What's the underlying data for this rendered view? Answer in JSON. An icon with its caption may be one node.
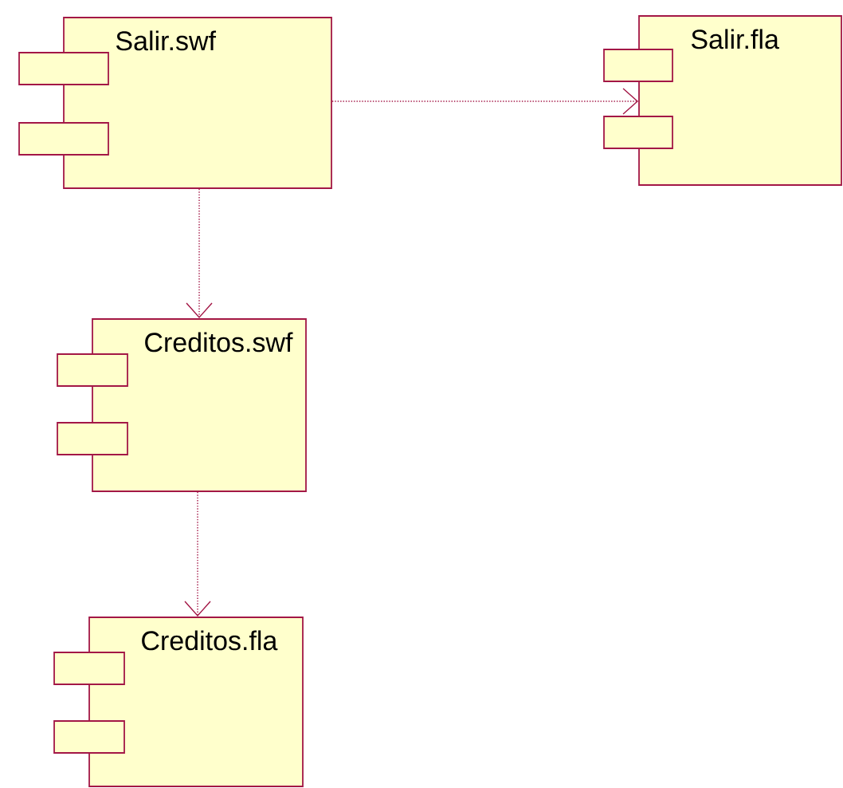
{
  "diagram": {
    "nodes": [
      {
        "text": [
          "Salir.swf"
        ]
      },
      {
        "text": [
          "Salir.fla"
        ]
      },
      {
        "text": [
          "Creditos.swf"
        ]
      },
      {
        "text": [
          "Creditos.fla"
        ]
      }
    ],
    "edges": [
      {
        "from": 0,
        "to": 1,
        "arrow": "to",
        "style": "dashed"
      },
      {
        "from": 0,
        "to": 2,
        "arrow": "to",
        "style": "dashed"
      },
      {
        "from": 2,
        "to": 3,
        "arrow": "to",
        "style": "dashed"
      }
    ]
  }
}
